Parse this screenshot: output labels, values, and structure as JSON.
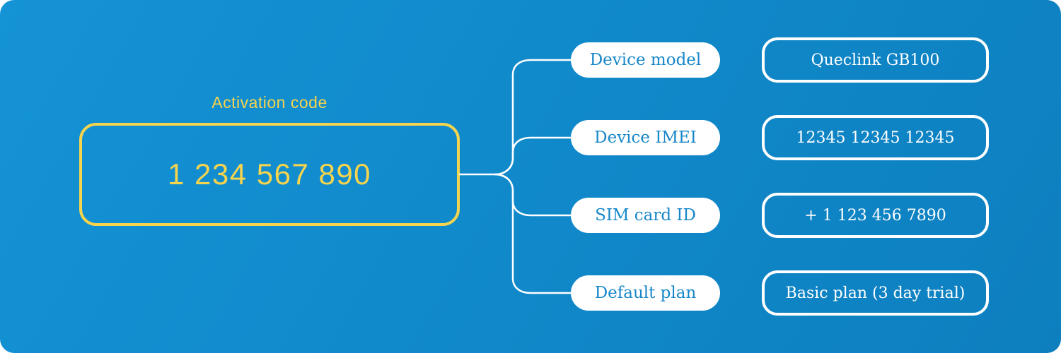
{
  "colors": {
    "bg_gradient_start": "#1493D5",
    "bg_gradient_end": "#0D7FBF",
    "accent_yellow": "#F6D44D",
    "label_blue": "#1787C9",
    "line_white": "#FFFFFF"
  },
  "activation": {
    "label": "Activation code",
    "code": "1 234 567 890"
  },
  "rows": [
    {
      "label": "Device model",
      "value": "Queclink GB100"
    },
    {
      "label": "Device IMEI",
      "value": "12345 12345 12345"
    },
    {
      "label": "SIM card ID",
      "value": "+ 1 123 456 7890"
    },
    {
      "label": "Default plan",
      "value": "Basic plan (3 day trial)"
    }
  ]
}
